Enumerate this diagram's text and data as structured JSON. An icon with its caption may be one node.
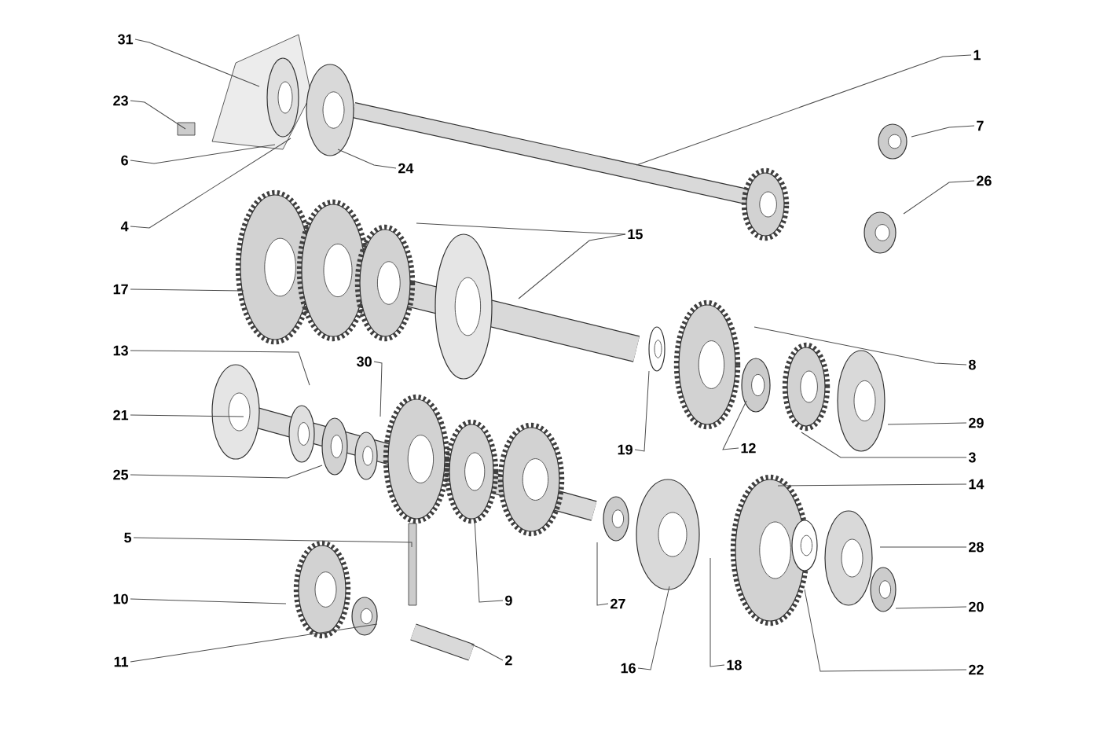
{
  "diagram": {
    "nodes": [
      {
        "text": [
          "31"
        ]
      },
      {
        "text": [
          "1"
        ]
      },
      {
        "text": [
          "23"
        ]
      },
      {
        "text": [
          "7"
        ]
      },
      {
        "text": [
          "6"
        ]
      },
      {
        "text": [
          "24"
        ]
      },
      {
        "text": [
          "26"
        ]
      },
      {
        "text": [
          "4"
        ]
      },
      {
        "text": [
          "15"
        ]
      },
      {
        "text": [
          "17"
        ]
      },
      {
        "text": [
          "13"
        ]
      },
      {
        "text": [
          "30"
        ]
      },
      {
        "text": [
          "8"
        ]
      },
      {
        "text": [
          "21"
        ]
      },
      {
        "text": [
          "19"
        ]
      },
      {
        "text": [
          "12"
        ]
      },
      {
        "text": [
          "29"
        ]
      },
      {
        "text": [
          "3"
        ]
      },
      {
        "text": [
          "25"
        ]
      },
      {
        "text": [
          "14"
        ]
      },
      {
        "text": [
          "5"
        ]
      },
      {
        "text": [
          "28"
        ]
      },
      {
        "text": [
          "9"
        ]
      },
      {
        "text": [
          "10"
        ]
      },
      {
        "text": [
          "27"
        ]
      },
      {
        "text": [
          "20"
        ]
      },
      {
        "text": [
          "11"
        ]
      },
      {
        "text": [
          "2"
        ]
      },
      {
        "text": [
          "16"
        ]
      },
      {
        "text": [
          "18"
        ]
      },
      {
        "text": [
          "22"
        ]
      }
    ],
    "edges": [
      {
        "from": 0,
        "to": null,
        "arrow": "none"
      },
      {
        "from": 1,
        "to": null,
        "arrow": "none"
      },
      {
        "from": 2,
        "to": null,
        "arrow": "none"
      },
      {
        "from": 3,
        "to": null,
        "arrow": "none"
      },
      {
        "from": 4,
        "to": null,
        "arrow": "none"
      },
      {
        "from": 5,
        "to": null,
        "arrow": "none"
      },
      {
        "from": 6,
        "to": null,
        "arrow": "none"
      },
      {
        "from": 7,
        "to": null,
        "arrow": "none"
      },
      {
        "from": 8,
        "to": null,
        "arrow": "none"
      },
      {
        "from": 8,
        "to": null,
        "arrow": "none"
      },
      {
        "from": 9,
        "to": null,
        "arrow": "none"
      },
      {
        "from": 10,
        "to": null,
        "arrow": "none"
      },
      {
        "from": 11,
        "to": null,
        "arrow": "none"
      },
      {
        "from": 12,
        "to": null,
        "arrow": "none"
      },
      {
        "from": 13,
        "to": null,
        "arrow": "none"
      },
      {
        "from": 14,
        "to": null,
        "arrow": "none"
      },
      {
        "from": 15,
        "to": null,
        "arrow": "none"
      },
      {
        "from": 16,
        "to": null,
        "arrow": "none"
      },
      {
        "from": 17,
        "to": null,
        "arrow": "none"
      },
      {
        "from": 18,
        "to": null,
        "arrow": "none"
      },
      {
        "from": 19,
        "to": null,
        "arrow": "none"
      },
      {
        "from": 20,
        "to": null,
        "arrow": "none"
      },
      {
        "from": 21,
        "to": null,
        "arrow": "none"
      },
      {
        "from": 22,
        "to": null,
        "arrow": "none"
      },
      {
        "from": 23,
        "to": null,
        "arrow": "none"
      },
      {
        "from": 24,
        "to": null,
        "arrow": "none"
      },
      {
        "from": 25,
        "to": null,
        "arrow": "none"
      },
      {
        "from": 26,
        "to": null,
        "arrow": "none"
      },
      {
        "from": 27,
        "to": null,
        "arrow": "none"
      },
      {
        "from": 28,
        "to": null,
        "arrow": "none"
      },
      {
        "from": 29,
        "to": null,
        "arrow": "none"
      },
      {
        "from": 30,
        "to": null,
        "arrow": "none"
      }
    ]
  }
}
